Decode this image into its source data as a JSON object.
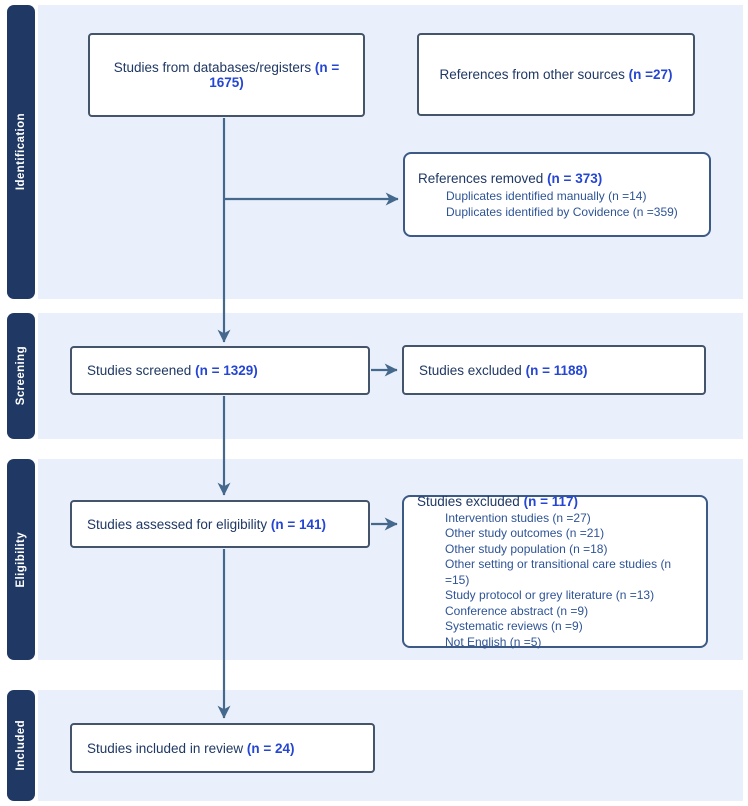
{
  "diagram": {
    "type": "prisma-flow",
    "palette": {
      "band_background": "#e9f0fb",
      "tab_background": "#1f3864",
      "box_border": "#44546a",
      "list_box_border": "#3c5a86",
      "arrow": "#44698c",
      "text_main": "#1f3864",
      "text_sub_item": "#2e5496",
      "count_highlight": "#2546d3"
    }
  },
  "sidebar": {
    "labels": [
      "Identification",
      "Screening",
      "Eligibility",
      "Included"
    ]
  },
  "boxes": {
    "databases": {
      "label": "Studies from databases/registers ",
      "count": "(n = 1675)"
    },
    "other_sources": {
      "label": "References from other sources ",
      "count": "(n =27)"
    },
    "references_removed": {
      "label": "References removed ",
      "count": "(n = 373)",
      "items": [
        "Duplicates identified manually (n =14)",
        "Duplicates identified by Covidence (n =359)"
      ]
    },
    "screened": {
      "label": "Studies screened ",
      "count": "(n = 1329)"
    },
    "excluded_screening": {
      "label": "Studies excluded ",
      "count": "(n = 1188)"
    },
    "assessed": {
      "label": "Studies assessed for eligibility ",
      "count": "(n = 141)"
    },
    "excluded_eligibility": {
      "label": "Studies excluded ",
      "count": "(n = 117)",
      "items": [
        "Intervention studies (n =27)",
        "Other study outcomes (n =21)",
        "Other study population (n =18)",
        "Other setting or transitional care studies (n =15)",
        "Study protocol or grey literature (n =13)",
        "Conference abstract (n =9)",
        "Systematic reviews (n =9)",
        "Not English (n =5)"
      ]
    },
    "included_review": {
      "label": "Studies included in review ",
      "count": "(n = 24)"
    }
  }
}
